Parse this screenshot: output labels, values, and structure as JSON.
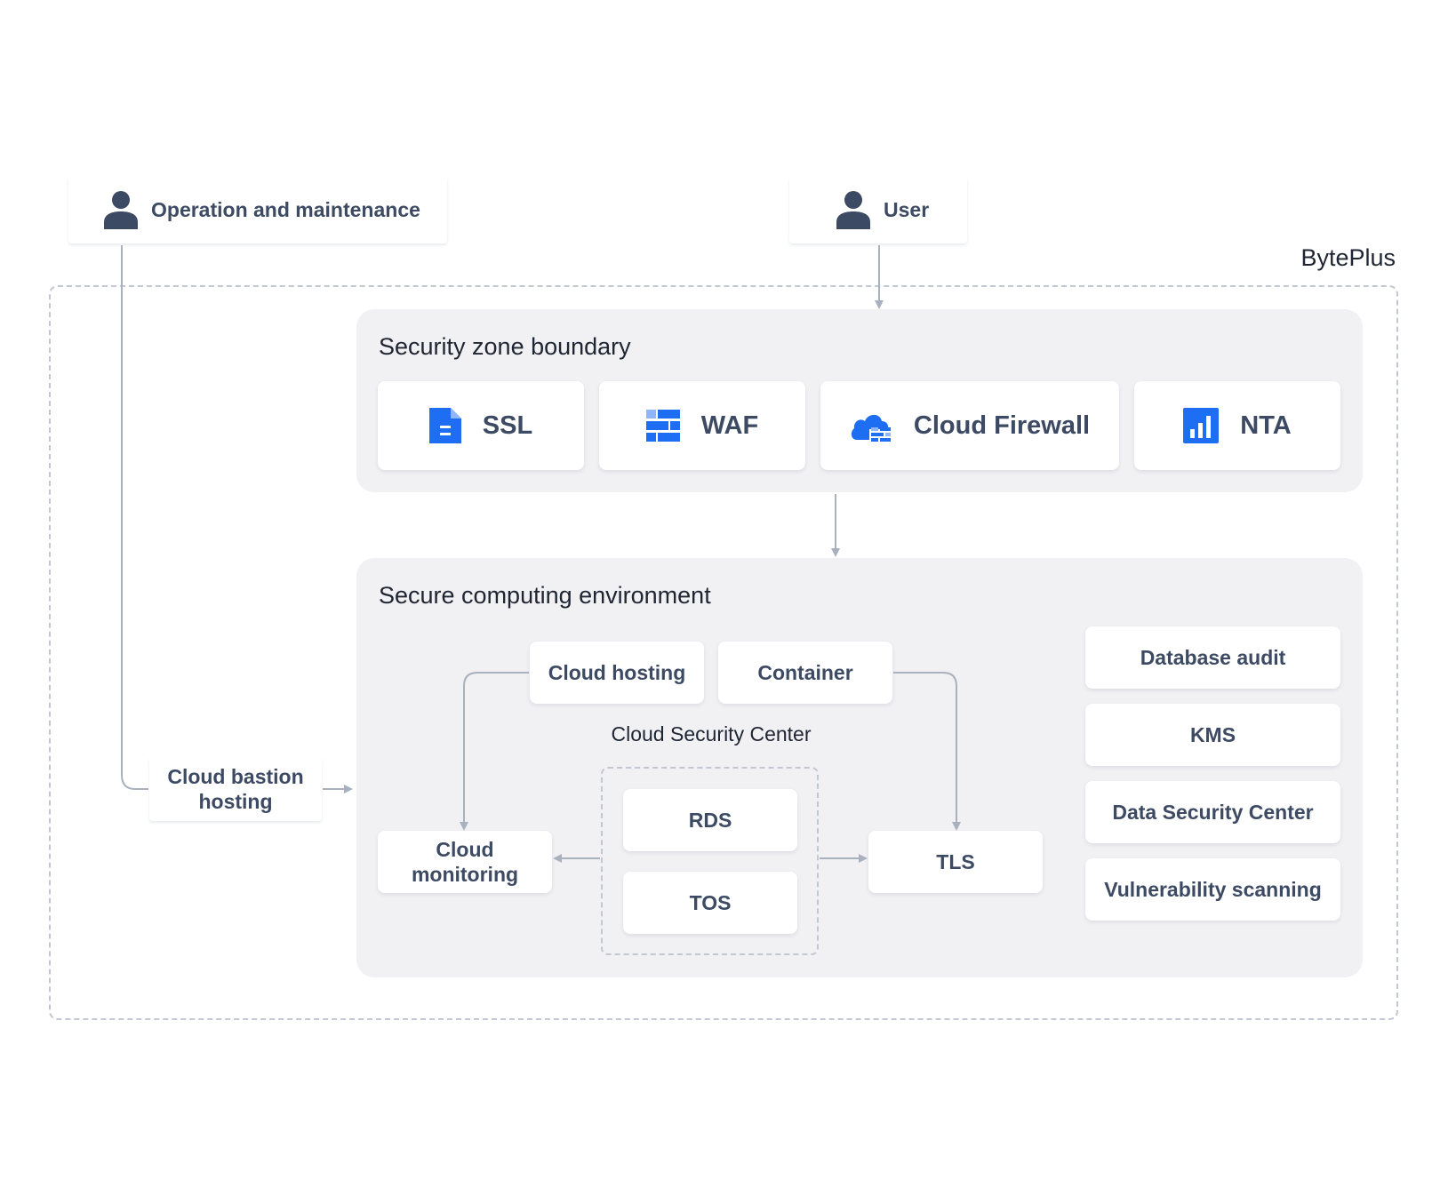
{
  "provider_label": "BytePlus",
  "actors": {
    "ops": "Operation and maintenance",
    "user": "User"
  },
  "security_zone": {
    "title": "Security zone boundary",
    "services": [
      {
        "label": "SSL",
        "icon": "document-icon"
      },
      {
        "label": "WAF",
        "icon": "firewall-brick-icon"
      },
      {
        "label": "Cloud Firewall",
        "icon": "cloud-firewall-icon"
      },
      {
        "label": "NTA",
        "icon": "bar-chart-icon"
      }
    ]
  },
  "secure_env": {
    "title": "Secure computing environment",
    "cloud_hosting": "Cloud hosting",
    "container": "Container",
    "csc_label": "Cloud Security Center",
    "rds": "RDS",
    "tos": "TOS",
    "cloud_monitoring_line1": "Cloud",
    "cloud_monitoring_line2": "monitoring",
    "tls": "TLS",
    "side_items": [
      "Database audit",
      "KMS",
      "Data Security Center",
      "Vulnerability scanning"
    ]
  },
  "bastion": {
    "line1": "Cloud bastion",
    "line2": "hosting"
  },
  "colors": {
    "icon_blue": "#1d6ef2",
    "region_bg": "#f1f1f4",
    "connector": "#a9b0be",
    "text_dark": "#3d4a63"
  }
}
